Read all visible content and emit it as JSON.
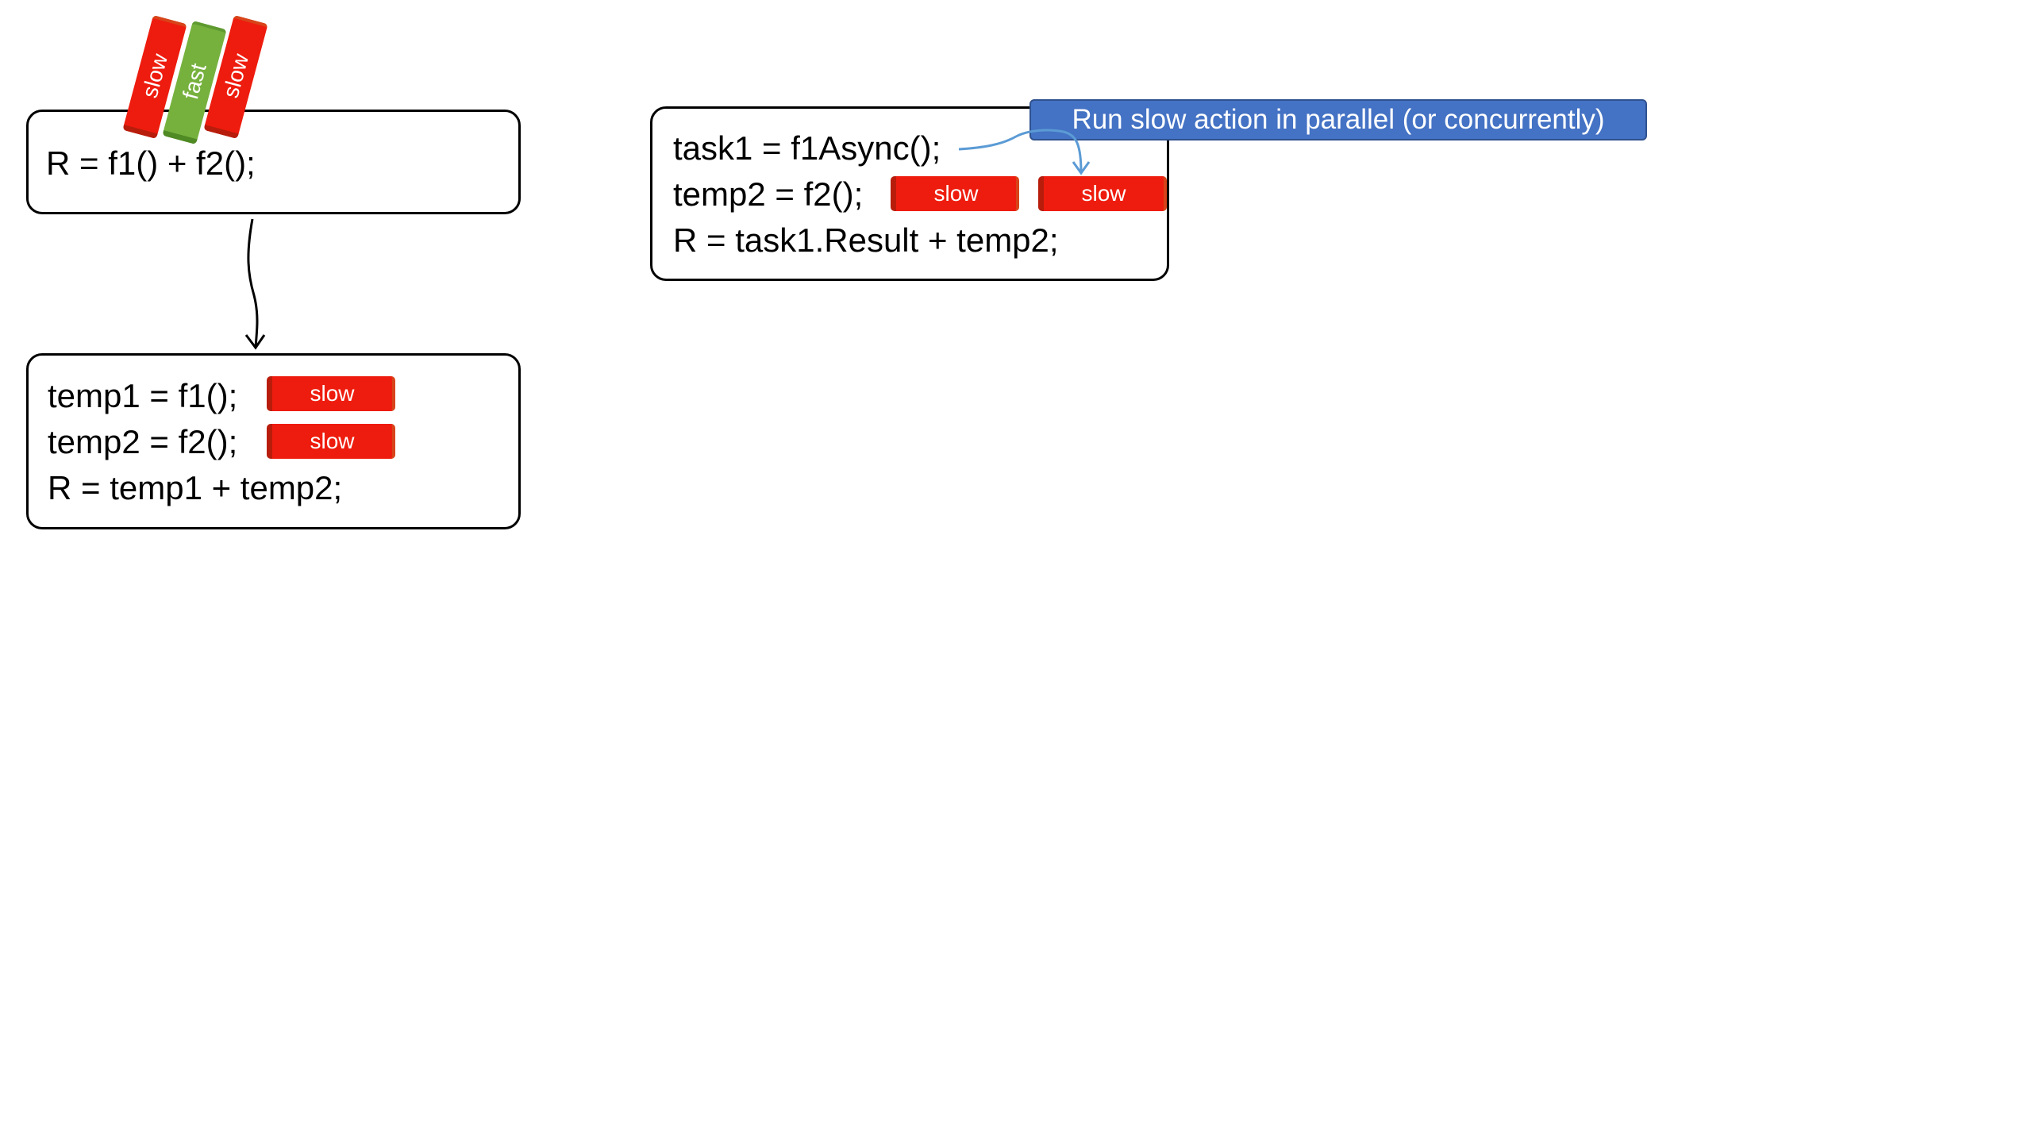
{
  "left_top_box": {
    "code": "R = f1() + f2();"
  },
  "tilted_tags": [
    "slow",
    "fast",
    "slow"
  ],
  "left_bottom_box": {
    "lines": [
      "temp1 = f1();",
      "temp2 = f2();",
      "R = temp1 + temp2;"
    ],
    "tags": [
      "slow",
      "slow"
    ]
  },
  "right_box": {
    "lines": [
      "task1 = f1Async();",
      "temp2 = f2();",
      "R = task1.Result + temp2;"
    ],
    "tags": [
      "slow",
      "slow"
    ]
  },
  "callout": {
    "text": "Run slow action in parallel (or concurrently)"
  },
  "colors": {
    "slow": "#ee1c0e",
    "fast": "#76b13e",
    "callout": "#4472c4",
    "connector": "#5b9bd5"
  }
}
